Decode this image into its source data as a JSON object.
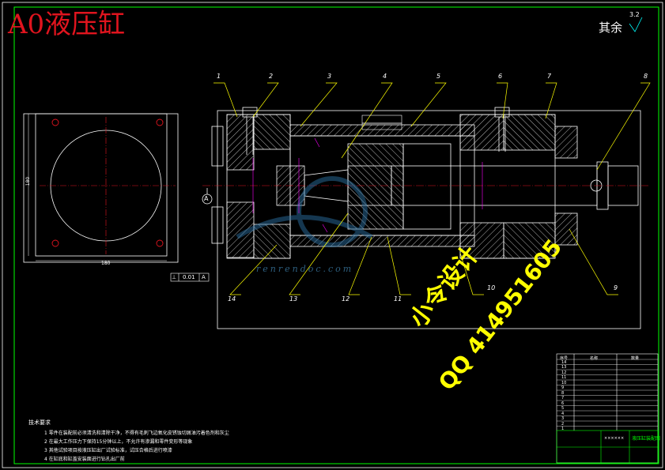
{
  "title": "A0液压缸",
  "roughness": {
    "label": "其余",
    "value": "3.2"
  },
  "watermark": {
    "line1": "小令设计",
    "line2": "QQ 414951605",
    "url": "renrendoc.com"
  },
  "balloons": [
    "1",
    "2",
    "3",
    "4",
    "5",
    "6",
    "7",
    "8",
    "9",
    "10",
    "11",
    "12",
    "13",
    "14"
  ],
  "datum_label": "A",
  "side_view_dims": {
    "width": "180",
    "height": "180"
  },
  "tolerance_frame": {
    "symbol": "⊥",
    "value": "0.01",
    "datum": "A"
  },
  "notes": {
    "heading": "技术要求",
    "items": [
      "1  零件在装配前必须清洗和清除干净，不得有毛刺飞边氧化皮锈蚀切屑油污着色剂和灰尘",
      "2  在最大工作压力下保持15分钟以上，不允许有渗漏和零件变形等现象",
      "3  其他试验项目按液压缸出厂试验标准，试压合格后进行喷漆",
      "4  在缸底和缸盖安装面进行钻孔出厂前"
    ]
  },
  "title_block": {
    "col_headers": [
      "序号",
      "名称",
      "数量"
    ],
    "row_ids": [
      "14",
      "13",
      "12",
      "11",
      "10",
      "9",
      "8",
      "7",
      "6",
      "5",
      "4",
      "3",
      "2",
      "1"
    ],
    "drawing_name": "液压缸装配图",
    "school": "××××××"
  },
  "colors": {
    "frame": "#00ff00",
    "part": "#ffffff",
    "hatch": "#ffffff",
    "center": "#e0141e",
    "leader": "#ffff00",
    "dim": "#ff00ff",
    "title": "#e0141e"
  }
}
